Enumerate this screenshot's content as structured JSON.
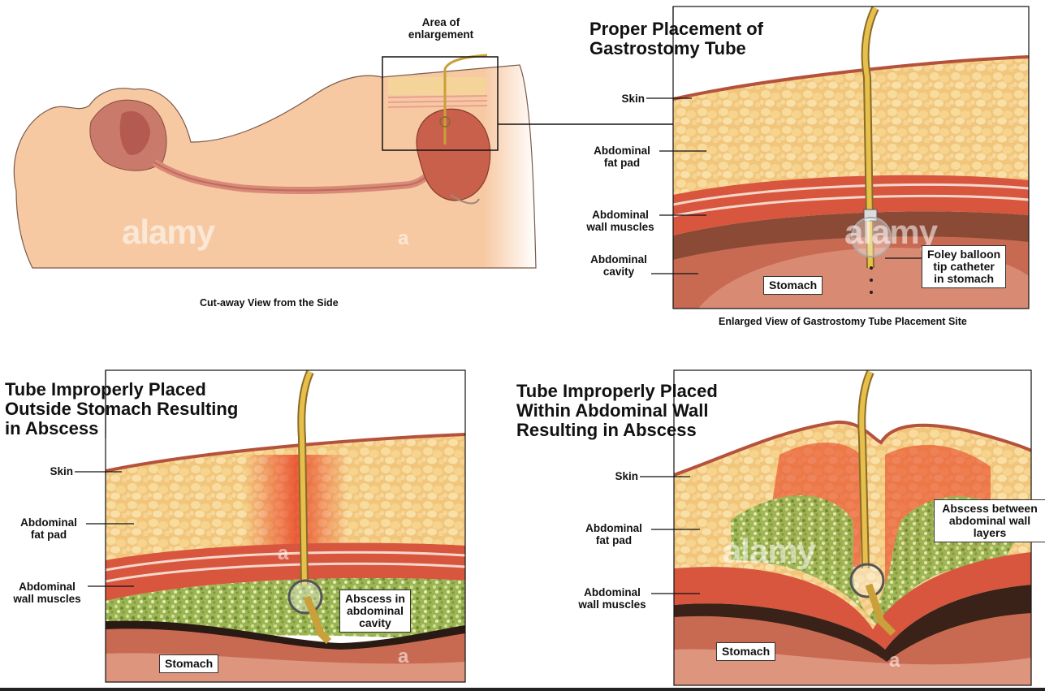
{
  "overview": {
    "area_label": "Area of\nenlargement",
    "caption": "Cut-away View from the Side"
  },
  "panel_proper": {
    "title": "Proper Placement of\nGastrostomy Tube",
    "skin": "Skin",
    "fat_pad": "Abdominal\nfat pad",
    "wall_muscles": "Abdominal\nwall muscles",
    "cavity": "Abdominal\ncavity",
    "stomach": "Stomach",
    "foley": "Foley balloon\ntip catheter\nin stomach",
    "caption": "Enlarged View of Gastrostomy Tube Placement Site"
  },
  "panel_outside": {
    "title": "Tube Improperly Placed\nOutside Stomach Resulting\nin Abscess",
    "skin": "Skin",
    "fat_pad": "Abdominal\nfat pad",
    "wall_muscles": "Abdominal\nwall muscles",
    "abscess": "Abscess in\nabdominal\ncavity",
    "stomach": "Stomach"
  },
  "panel_wall": {
    "title": "Tube Improperly Placed\nWithin Abdominal Wall\nResulting in Abscess",
    "skin": "Skin",
    "fat_pad": "Abdominal\nfat pad",
    "wall_muscles": "Abdominal\nwall muscles",
    "abscess": "Abscess between\nabdominal wall\nlayers",
    "stomach": "Stomach"
  },
  "watermark": "alamy",
  "watermark_small": "a",
  "colors": {
    "body_skin": "#f7c9a3",
    "fat": "#f3cf8a",
    "muscle": "#d8563e",
    "stomach": "#c9604a",
    "cavity": "#8a4a36",
    "tube": "#e6c04a",
    "abscess": "#8fa84a",
    "inflammation": "#e8361c"
  }
}
